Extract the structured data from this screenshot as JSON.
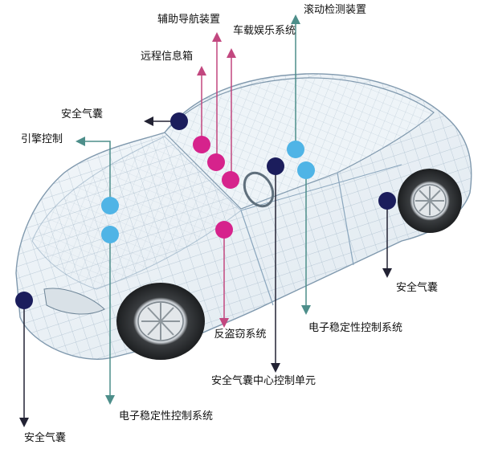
{
  "labels": {
    "aux_nav": "辅助导航装置",
    "rollover": "滚动检测装置",
    "infotainment": "车载娱乐系统",
    "telematics": "远程信息箱",
    "airbag_mid_left": "安全气囊",
    "engine_control": "引擎控制",
    "airbag_right": "安全气囊",
    "esc_right": "电子稳定性控制系统",
    "anti_theft": "反盗窃系统",
    "airbag_center": "安全气囊中心控制单元",
    "esc_bottom": "电子稳定性控制系统",
    "airbag_bottom_left": "安全气囊"
  },
  "colors": {
    "dark_node": "#1b1d5c",
    "pink_node": "#d6238c",
    "blue_node": "#4fb4e6",
    "car_line": "#8aa6bd",
    "arrow_dark": "#222233",
    "arrow_pink": "#c2477f",
    "arrow_teal": "#4d8e8a"
  }
}
